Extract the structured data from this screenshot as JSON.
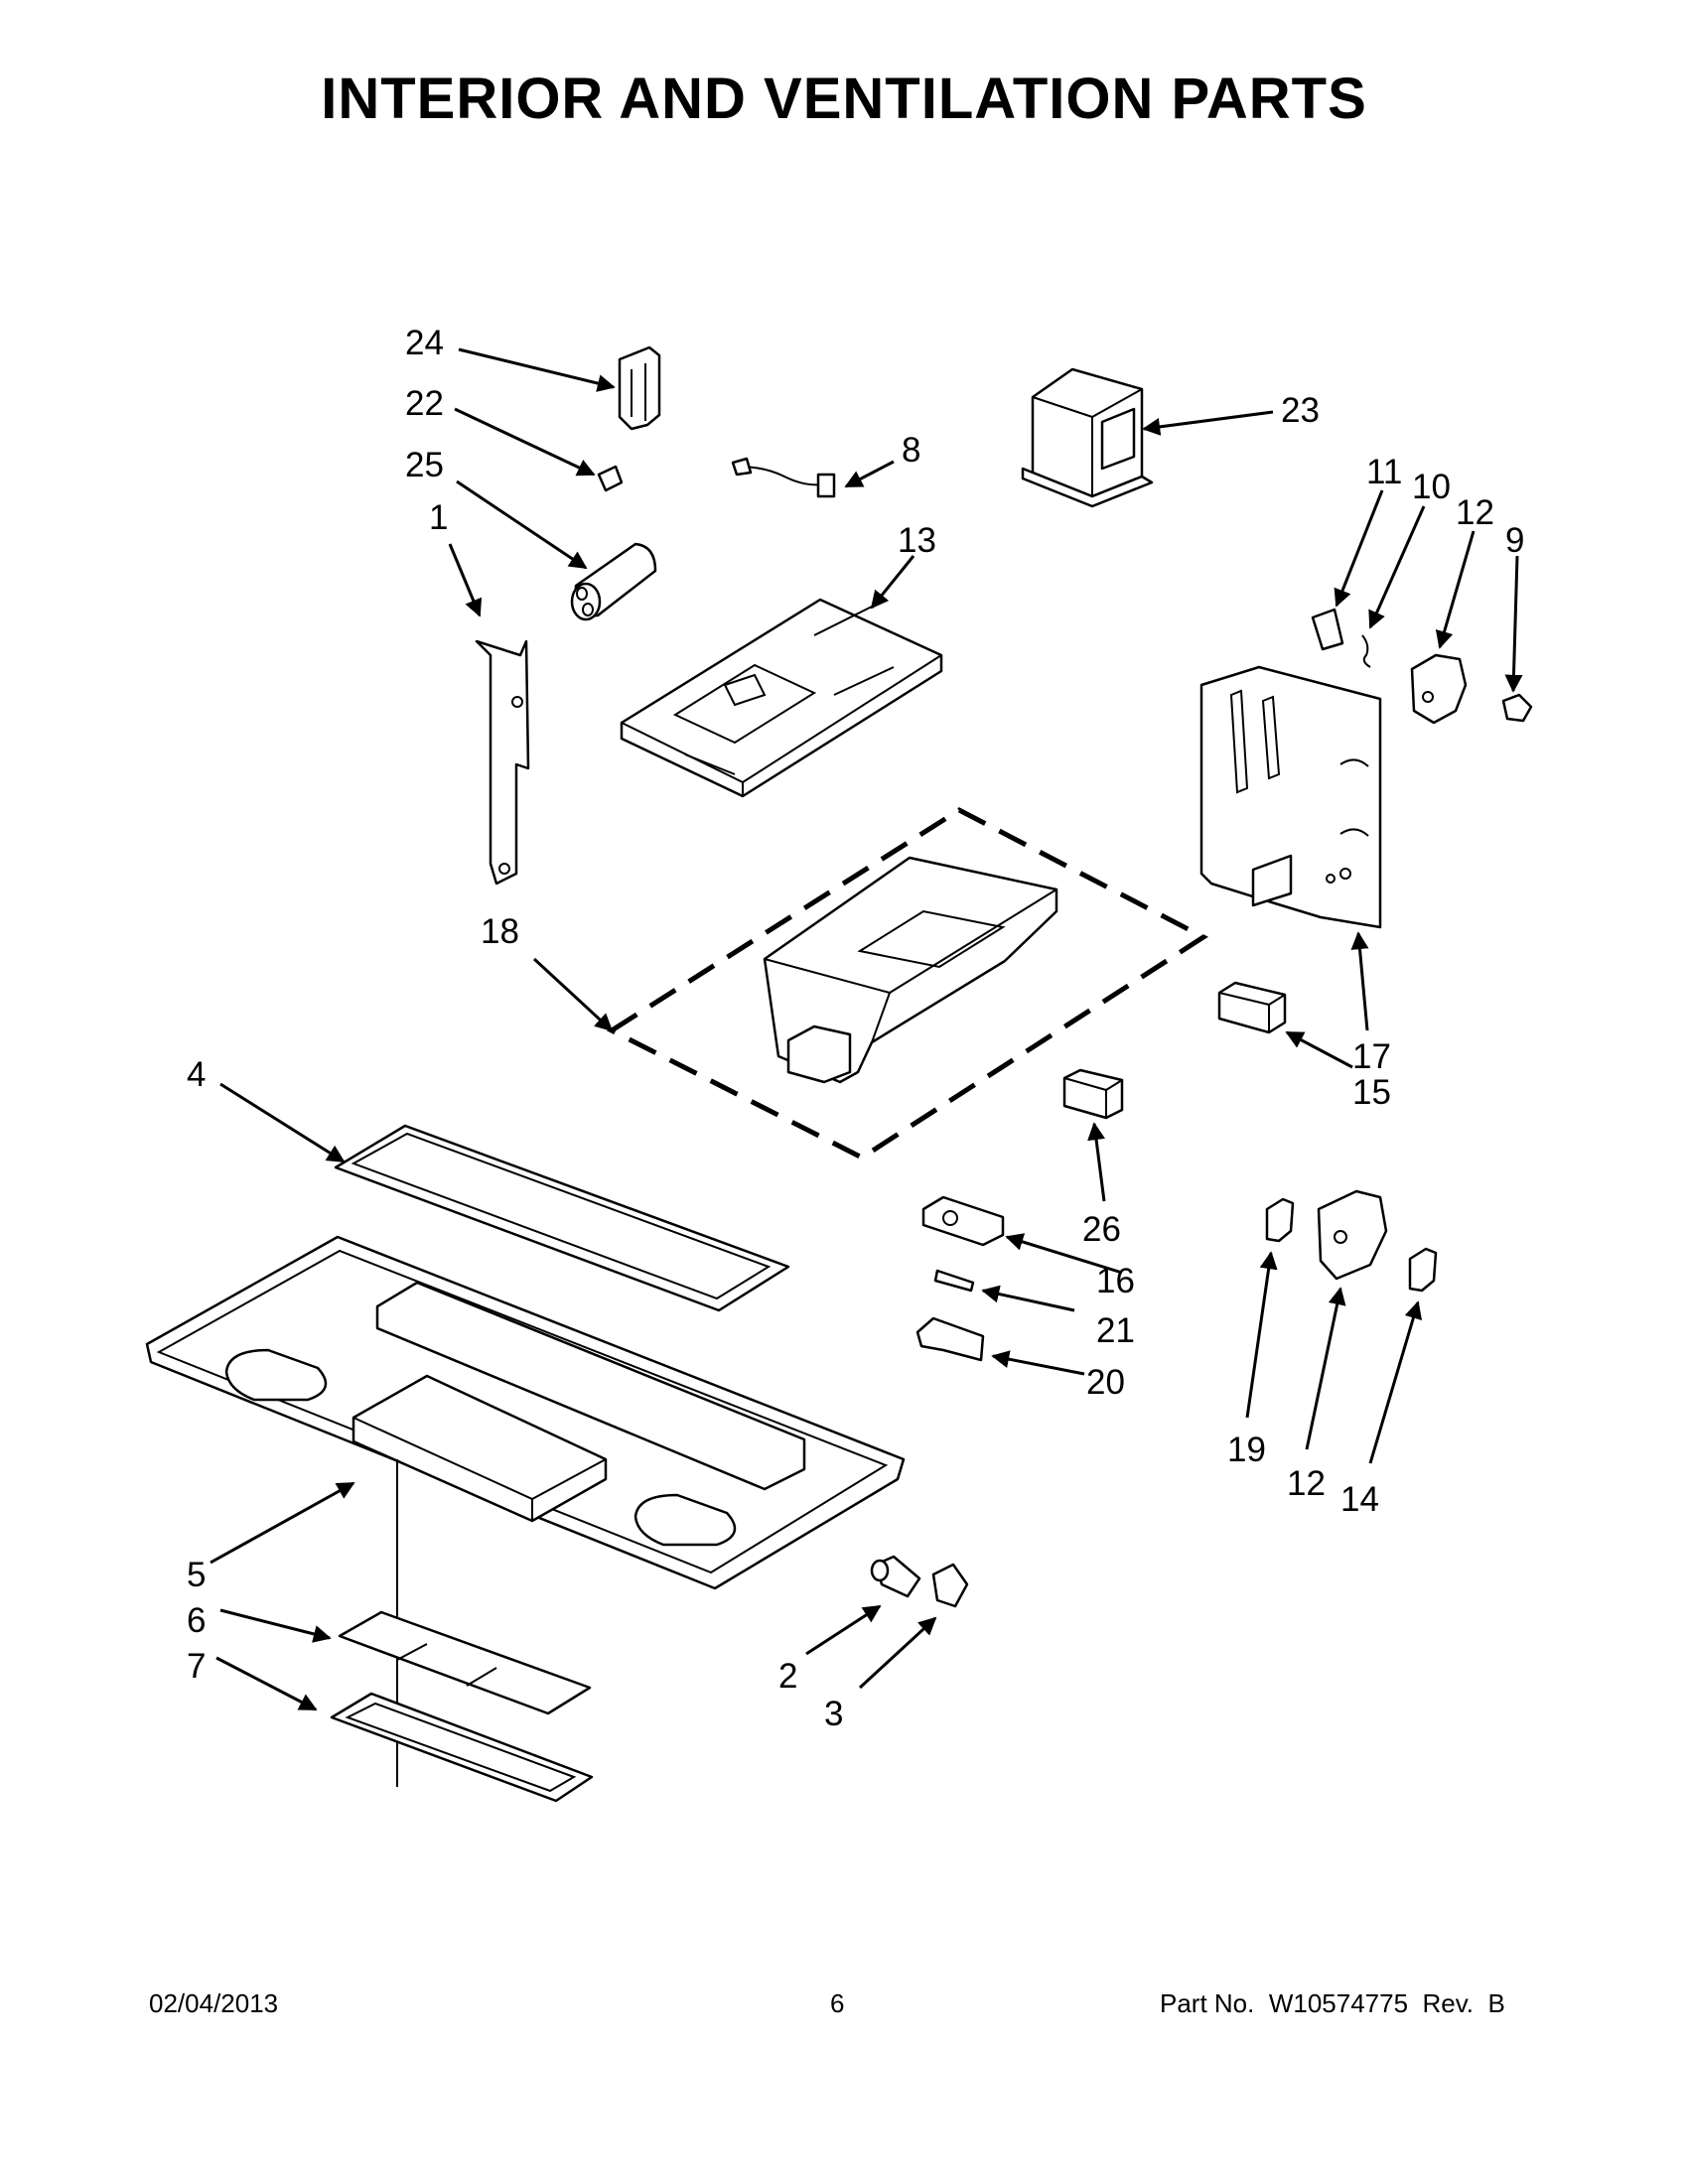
{
  "title": "INTERIOR AND VENTILATION PARTS",
  "callouts": {
    "c24": "24",
    "c22": "22",
    "c25": "25",
    "c1": "1",
    "c8": "8",
    "c23": "23",
    "c13": "13",
    "c11": "11",
    "c10": "10",
    "c12a": "12",
    "c9": "9",
    "c18": "18",
    "c17": "17",
    "c15": "15",
    "c4": "4",
    "c26": "26",
    "c16": "16",
    "c21": "21",
    "c20": "20",
    "c19": "19",
    "c12b": "12",
    "c14": "14",
    "c5": "5",
    "c6": "6",
    "c7": "7",
    "c2": "2",
    "c3": "3"
  },
  "footer": {
    "date": "02/04/2013",
    "page": "6",
    "part_number": "Part No.  W10574775  Rev.  B"
  }
}
